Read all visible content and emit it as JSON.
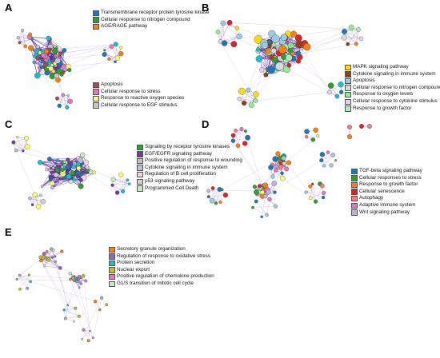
{
  "panels": [
    {
      "letter": "A",
      "legend_groups": [
        [
          {
            "label": "Transmembrane receptor protein tyrosine kinase",
            "color": "#1f77b4"
          },
          {
            "label": "Cellular response to nitrogen compound",
            "color": "#2ca02c"
          },
          {
            "label": "AGE/RAGE pathway",
            "color": "#ff7f0e"
          }
        ],
        [
          {
            "label": "Apoptosis",
            "color": "#8c564b"
          },
          {
            "label": "Cellular response to stress",
            "color": "#e377c2"
          },
          {
            "label": "Response to reactive oxygen species",
            "color": "#ffff66"
          },
          {
            "label": "Cellular response to EGF stimulus",
            "color": "#c7c7c7"
          }
        ]
      ]
    },
    {
      "letter": "B",
      "legend_groups": [
        [
          {
            "label": "MAPK signaling pathway",
            "color": "#ffdd00"
          },
          {
            "label": "Cytokine signaling in immune system",
            "color": "#8b4513"
          },
          {
            "label": "Apoptosis",
            "color": "#9ecae1"
          },
          {
            "label": "Cellular response to nitrogen compound",
            "color": "#d9d9d9"
          },
          {
            "label": "Response to oxygen levels",
            "color": "#90ee90"
          },
          {
            "label": "Cellular response to cytokine stimulus",
            "color": "#e0d0f0"
          },
          {
            "label": "Response to growth factor",
            "color": "#b0e8c0"
          }
        ]
      ]
    },
    {
      "letter": "C",
      "legend_groups": [
        [
          {
            "label": "Signaling by receptor tyrosine kinases",
            "color": "#2ca02c"
          },
          {
            "label": "EGF/EGFR signaling pathway",
            "color": "#6a3d9a"
          },
          {
            "label": "Positive regulation of response to wounding",
            "color": "#c0c0c0"
          },
          {
            "label": "Cytokine signaling in immune system",
            "color": "#bcbddc"
          },
          {
            "label": "Regulation of B cell proliferation",
            "color": "#f8d0e0"
          },
          {
            "label": "p53 signaling pathway",
            "color": "#d0d0d0"
          },
          {
            "label": "Programmed Cell Death",
            "color": "#c7e9c0"
          }
        ]
      ]
    },
    {
      "letter": "D",
      "legend_groups": [
        [
          {
            "label": "TGF-beta signaling pathway",
            "color": "#1f77b4"
          },
          {
            "label": "Cellular responses to stress",
            "color": "#2ca02c"
          },
          {
            "label": "Response to growth factor",
            "color": "#ff7f0e"
          },
          {
            "label": "Cellular senescence",
            "color": "#d62728"
          },
          {
            "label": "Autophagy",
            "color": "#f08080"
          },
          {
            "label": "Adaptive immune system",
            "color": "#e377c2"
          },
          {
            "label": "Wnt signaling pathway",
            "color": "#c5b0d5"
          }
        ]
      ]
    },
    {
      "letter": "E",
      "legend_groups": [
        [
          {
            "label": "Secretory granule organization",
            "color": "#ff7f0e"
          },
          {
            "label": "Regulation of response to oxidative stress",
            "color": "#9467bd"
          },
          {
            "label": "Protein secretion",
            "color": "#17becf"
          },
          {
            "label": "Nuclear export",
            "color": "#bcbd22"
          },
          {
            "label": "Positive regulation of chemokine production",
            "color": "#e377c2"
          },
          {
            "label": "G1/S transition of mitotic cell cycle",
            "color": "#c7e9c0"
          }
        ]
      ]
    }
  ],
  "edge_colors": {
    "main": "#5b2a9a",
    "light": "#a98bd4",
    "faint": "#cfc0ea"
  },
  "node_palettes": {
    "A": [
      "#1f77b4",
      "#2ca02c",
      "#ff7f0e",
      "#8c564b",
      "#e377c2",
      "#ffff66",
      "#c7c7c7",
      "#17becf"
    ],
    "B": [
      "#ffdd00",
      "#8b4513",
      "#9ecae1",
      "#d9d9d9",
      "#90ee90",
      "#e0d0f0",
      "#b0e8c0",
      "#d62728",
      "#1f77b4",
      "#2ca02c",
      "#ff7f0e",
      "#17becf"
    ],
    "C": [
      "#2ca02c",
      "#6a3d9a",
      "#c0c0c0",
      "#bcbddc",
      "#f8d0e0",
      "#d0d0d0",
      "#c7e9c0",
      "#ffff66",
      "#1f77b4",
      "#17becf"
    ],
    "D": [
      "#1f77b4",
      "#2ca02c",
      "#ff7f0e",
      "#d62728",
      "#f08080",
      "#e377c2",
      "#c5b0d5",
      "#ffff66",
      "#9ecae1"
    ],
    "E": [
      "#ff7f0e",
      "#9467bd",
      "#17becf",
      "#bcbd22",
      "#e377c2",
      "#c7e9c0",
      "#aaaaaa"
    ]
  }
}
